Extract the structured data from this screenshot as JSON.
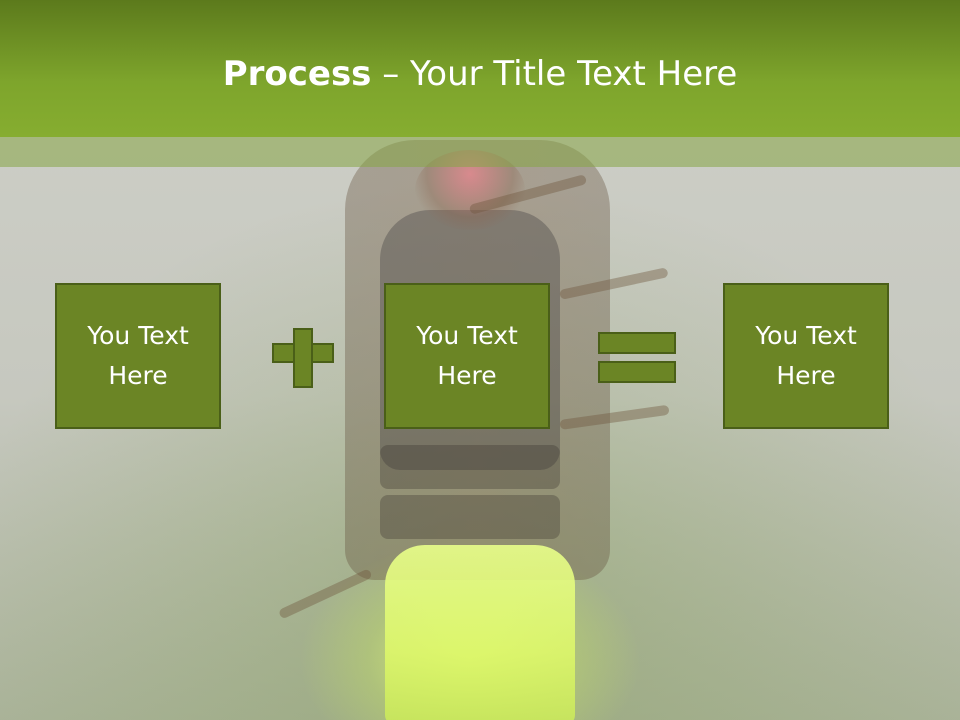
{
  "slide": {
    "title_bold": "Process",
    "title_rest": " – Your Title Text Here",
    "boxes": [
      {
        "text": "You Text Here"
      },
      {
        "text": "You Text Here"
      },
      {
        "text": "You Text Here"
      }
    ],
    "operators": [
      "plus-icon",
      "equals-icon"
    ],
    "colors": {
      "header": "#7ea52c",
      "box_fill": "#6b8525",
      "box_border": "#4a5f18",
      "text": "#ffffff",
      "background": "#c6c8bf",
      "glow": "#e9ff8a"
    }
  }
}
